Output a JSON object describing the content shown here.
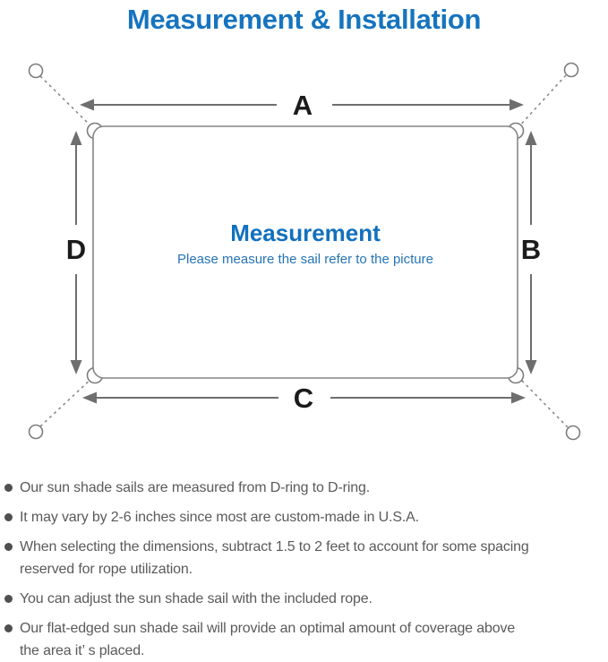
{
  "title": "Measurement & Installation",
  "diagram": {
    "labels": {
      "top": "A",
      "right": "B",
      "bottom": "C",
      "left": "D"
    },
    "center_heading": "Measurement",
    "center_subtitle": "Please measure the sail refer to the picture"
  },
  "notes": {
    "items": [
      {
        "lines": [
          "Our sun shade sails are measured from D-ring to D-ring."
        ]
      },
      {
        "lines": [
          "It may vary by 2-6 inches since most are custom-made in U.S.A."
        ]
      },
      {
        "lines": [
          "When selecting the dimensions, subtract 1.5 to 2 feet to account for some spacing",
          "reserved for rope utilization."
        ]
      },
      {
        "lines": [
          "You can adjust the sun shade sail with the included rope."
        ]
      },
      {
        "lines": [
          "Our flat-edged sun shade sail will provide an optimal amount of coverage above",
          "the area it’ s placed."
        ]
      }
    ]
  },
  "colors": {
    "accent_blue": "#1674bf",
    "center_blue": "#1270bd",
    "label_black": "#1b1b1b",
    "outline_gray": "#858585",
    "arrow_gray": "#6e6e6e",
    "note_text_gray": "#5a5a5a"
  }
}
